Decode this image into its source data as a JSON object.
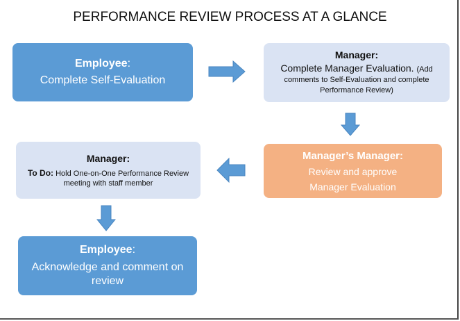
{
  "title": "PERFORMANCE REVIEW PROCESS AT A GLANCE",
  "steps": [
    {
      "role": "Employee",
      "role_suffix": ":",
      "text": "Complete Self-Evaluation"
    },
    {
      "role": "Manager:",
      "text_main": "Complete Manager Evaluation.",
      "text_note_start": "(Add",
      "text_note": "comments to Self-Evaluation and complete Performance Review)"
    },
    {
      "role": "Manager’s Manager:",
      "line1": "Review and approve",
      "line2": "Manager Evaluation"
    },
    {
      "role": "Manager:",
      "todo_label": "To Do:",
      "text": "Hold One-on-One Performance Review meeting with staff member"
    },
    {
      "role": "Employee",
      "role_suffix": ":",
      "text": "Acknowledge and comment on review"
    }
  ],
  "colors": {
    "dark": "#5b9bd5",
    "light": "#dae3f3",
    "orange": "#f4b183",
    "arrow": "#5b9bd5"
  }
}
